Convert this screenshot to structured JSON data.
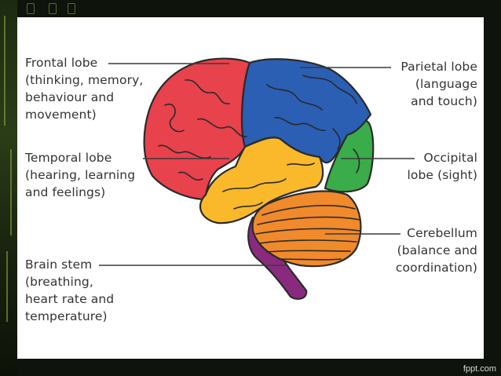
{
  "labels": {
    "frontal": [
      "Frontal lobe",
      "(thinking, memory,",
      "behaviour and",
      "movement)"
    ],
    "temporal": [
      "Temporal lobe",
      "(hearing, learning",
      "and feelings)"
    ],
    "brainstem": [
      "Brain stem",
      "(breathing,",
      "heart rate and",
      "temperature)"
    ],
    "parietal": [
      "Parietal lobe",
      "(language",
      "and touch)"
    ],
    "occipital": [
      "Occipital",
      "lobe (sight)"
    ],
    "cerebellum": [
      "Cerebellum",
      "(balance and",
      "coordination)"
    ]
  },
  "colors": {
    "frontal": "#e8424d",
    "parietal": "#2a5fb4",
    "occipital": "#3aac4a",
    "temporal": "#f9b92b",
    "cerebellum": "#f08a2a",
    "brainstem": "#8a2a7f",
    "outline": "#2a2a2a"
  },
  "watermark": "fppt.com"
}
